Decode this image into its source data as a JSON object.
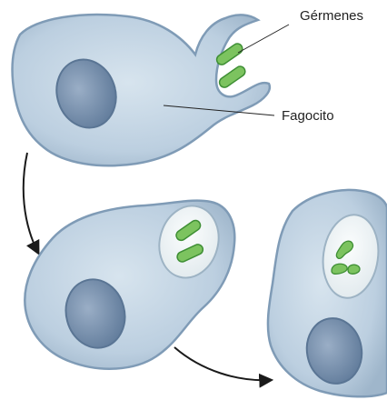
{
  "labels": {
    "germs": "Gérmenes",
    "phagocyte": "Fagocito"
  },
  "colors": {
    "cell_fill": "#bccfe0",
    "cell_edge": "#7f9bb6",
    "nucleus": "#7089a8",
    "vacuole": "#eef3f5",
    "germ": "#7cc35f",
    "germ_edge": "#3f8f35",
    "arrow": "#1a1a1a"
  },
  "stages": [
    {
      "name": "engulfing",
      "germ_count": 2
    },
    {
      "name": "engulfed",
      "germ_count": 2
    },
    {
      "name": "digested",
      "fragment_count": 3
    }
  ]
}
